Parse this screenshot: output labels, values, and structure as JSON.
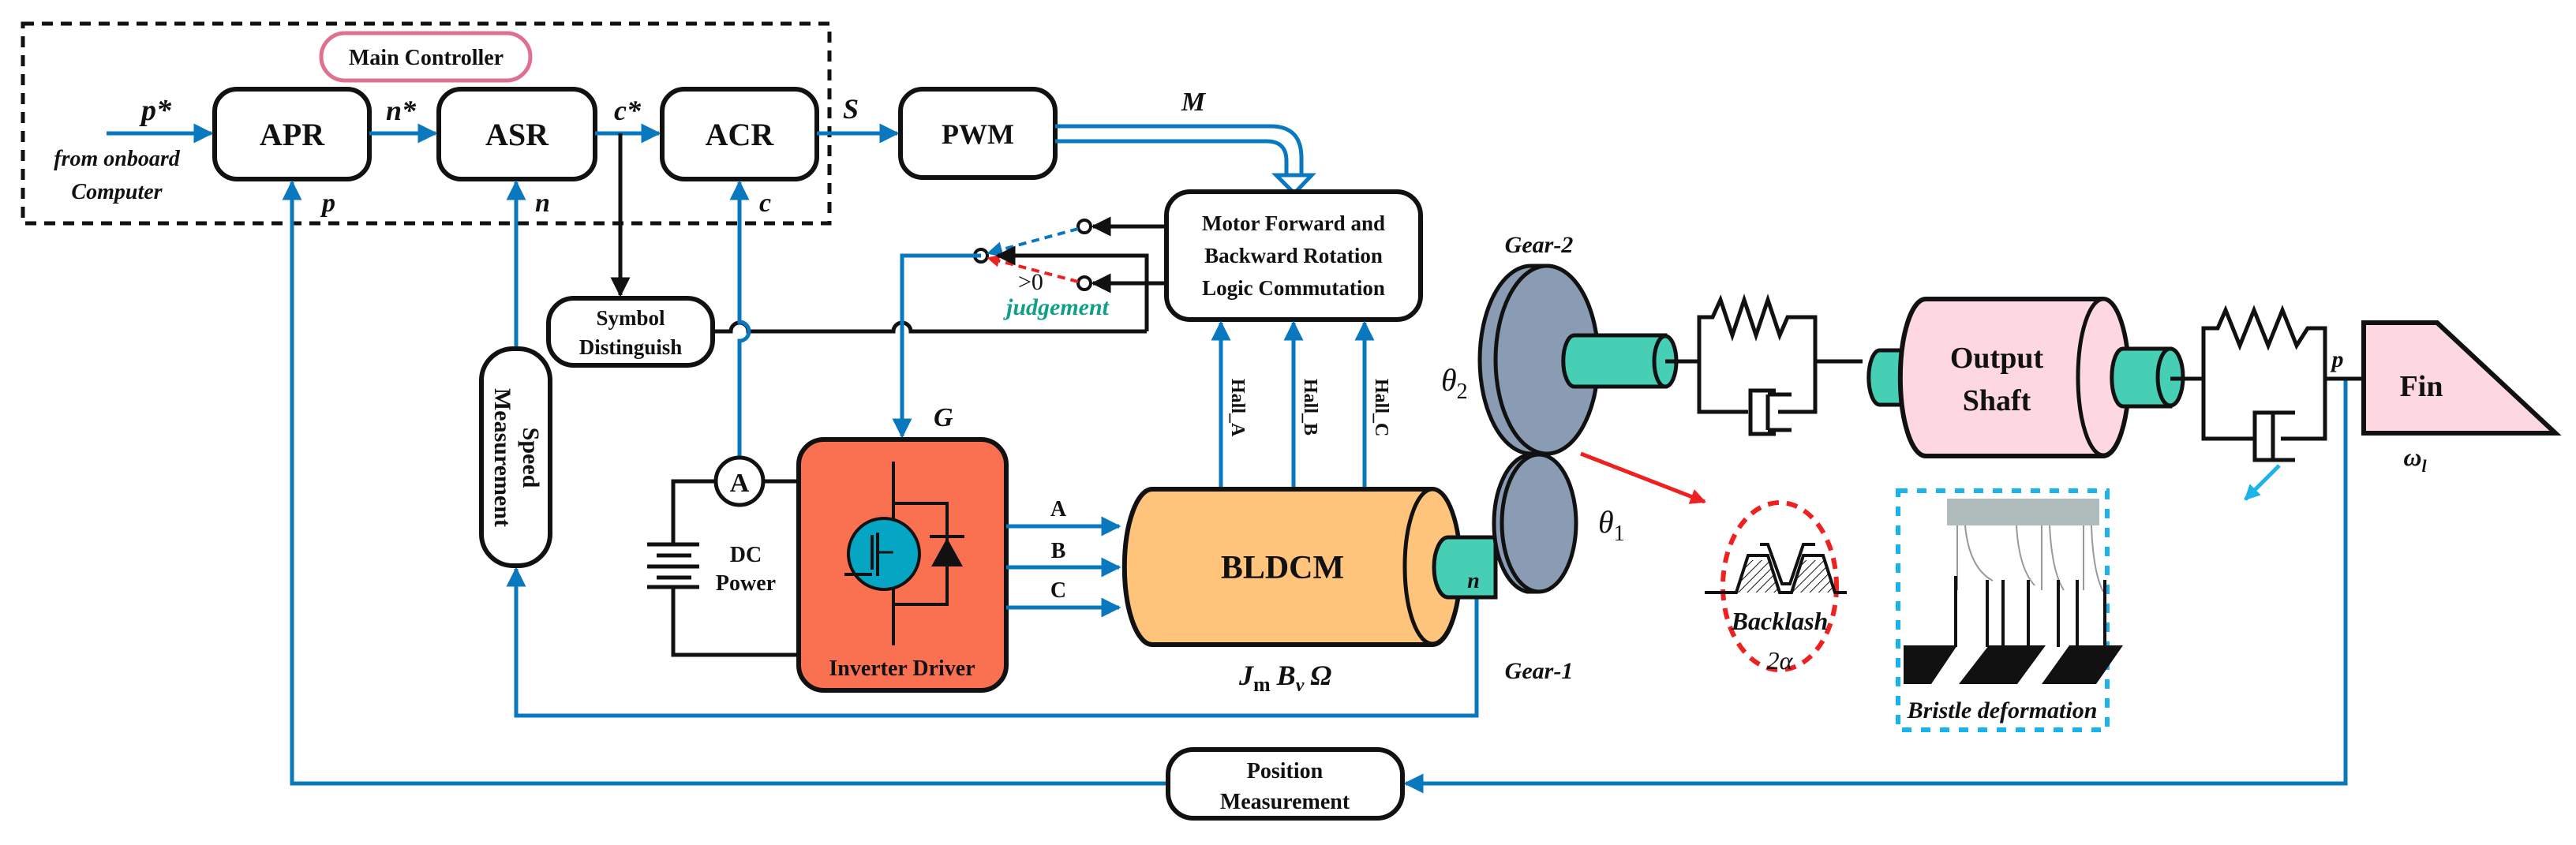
{
  "colors": {
    "signal_blue": "#0a78be",
    "controller_pill": "#e07090",
    "inverter_fill": "#f97150",
    "mosfet_fill": "#04a6c4",
    "motor_fill": "#fec47c",
    "shaft_fill": "#46cfb5",
    "gear_fill": "#8a9cb4",
    "output_fill": "#fdd8e0",
    "backlash_red": "#ee2020",
    "bristle_cyan": "#1ab4ea",
    "judgement_teal": "#10a08a",
    "bristle_bar": "#b0bcbc"
  },
  "controller": {
    "title": "Main Controller",
    "input_label": "p*",
    "input_source_line1": "from onboard",
    "input_source_line2": "Computer",
    "blocks": [
      {
        "id": "apr",
        "label": "APR",
        "out_label": "n*",
        "feedback_label": "p"
      },
      {
        "id": "asr",
        "label": "ASR",
        "out_label": "c*",
        "feedback_label": "n"
      },
      {
        "id": "acr",
        "label": "ACR",
        "out_label": "S",
        "feedback_label": "c"
      }
    ]
  },
  "pwm": {
    "label": "PWM",
    "out_label": "M"
  },
  "logic": {
    "line1": "Motor Forward and",
    "line2": "Backward Rotation",
    "line3": "Logic Commutation"
  },
  "switch": {
    "threshold": ">0",
    "judgement": "judgement"
  },
  "symbol": {
    "line1": "Symbol",
    "line2": "Distinguish"
  },
  "speed_measurement": {
    "line1": "Speed",
    "line2": "Measurement"
  },
  "position_measurement": {
    "line1": "Position",
    "line2": "Measurement"
  },
  "power": {
    "ammeter": "A",
    "line1": "DC",
    "line2": "Power"
  },
  "inverter": {
    "label": "Inverter Driver",
    "gate_label": "G",
    "phases": [
      "A",
      "B",
      "C"
    ]
  },
  "motor": {
    "label": "BLDCM",
    "params_J": "J",
    "params_J_sub": "m",
    "params_B": "B",
    "params_B_sub": "v",
    "params_omega": "Ω",
    "shaft_label": "n",
    "hall": [
      "Hall_A",
      "Hall_B",
      "Hall_C"
    ]
  },
  "gears": {
    "gear1": "Gear-1",
    "gear2": "Gear-2",
    "theta1": "θ",
    "theta1_sub": "1",
    "theta2": "θ",
    "theta2_sub": "2"
  },
  "output": {
    "line1": "Output",
    "line2": "Shaft",
    "p_label": "p"
  },
  "fin": {
    "label": "Fin",
    "omega": "ω",
    "omega_sub": "l"
  },
  "backlash": {
    "line1": "Backlash",
    "line2": "2α"
  },
  "bristle": {
    "label": "Bristle deformation"
  }
}
